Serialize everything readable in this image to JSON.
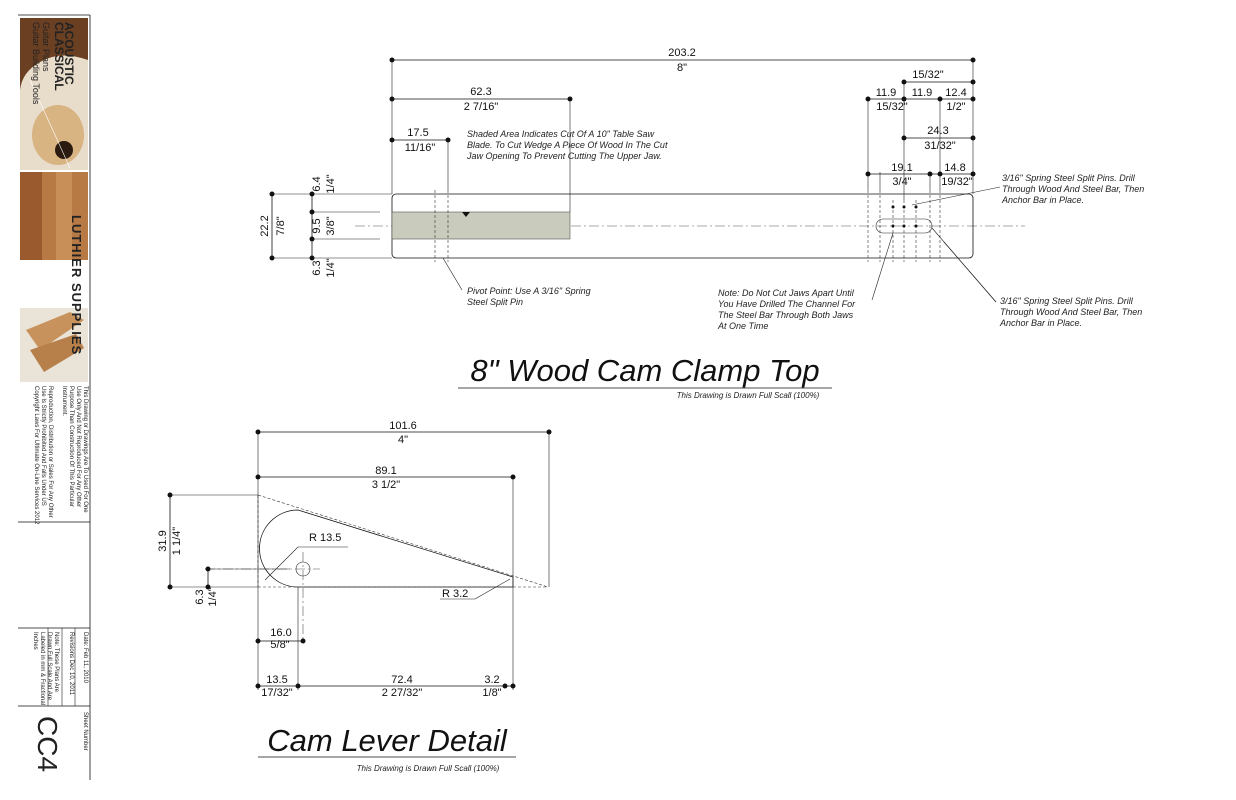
{
  "sidebar": {
    "brand_top": "ACOUSTIC",
    "brand_top2": "CLASSICAL",
    "brand_sub1": "Guitar Plans",
    "brand_sub2": "Guitar Building Tools",
    "brand_main": "LUTHIER SUPPLIES",
    "notice_1": "This Drawing or Drawings Are To Used For One",
    "notice_2": "Use Only And Not Reproduced For Any Other",
    "notice_3": "Purpose Than Construction Of This Particular",
    "notice_4": "Instrument.",
    "notice_5": "Reproduction, Distribution or Sales For Any Other",
    "notice_6": "Use Is Strictly Prohibited And Falls Under US",
    "notice_7": "Copyright Laws For Ultimate On-Line Services 2012",
    "date": "Date: Feb 11, 2010",
    "revisions": "Revisions   Dec 10, 2011",
    "note_1": "Note: These Plans Are",
    "note_2": "Drawn Full Scale And Are",
    "note_3": "Labeled in mm & Fractional",
    "note_4": "Inches",
    "sheet_number_label": "Sheet Number",
    "sheet_number": "CC4"
  },
  "top": {
    "title": "8\" Wood Cam Clamp Top",
    "subtitle": "This Drawing is Drawn Full Scall (100%)",
    "dims": {
      "overall_mm": "203.2",
      "overall_in": "8\"",
      "d62_mm": "62.3",
      "d62_in": "2 7/16\"",
      "d17_mm": "17.5",
      "d17_in": "11/16\"",
      "top_15_32": "15/32\"",
      "d119a_mm": "11.9",
      "d119a_in": "15/32\"",
      "d119b_mm": "11.9",
      "d124_mm": "12.4",
      "d124_in": "1/2\"",
      "d243_mm": "24.3",
      "d243_in": "31/32\"",
      "d191_mm": "19.1",
      "d191_in": "3/4\"",
      "d148_mm": "14.8",
      "d148_in": "19/32\"",
      "h222_mm": "22.2",
      "h222_in": "7/8\"",
      "h64_mm": "6.4",
      "h64_in": "1/4\"",
      "h95_mm": "9.5",
      "h95_in": "3/8\"",
      "h63_mm": "6.3",
      "h63_in": "1/4\""
    },
    "notes": {
      "shaded_1": "Shaded Area Indicates Cut Of A 10\" Table Saw",
      "shaded_2": "Blade. To Cut Wedge A Piece Of Wood In The Cut",
      "shaded_3": "Jaw Opening To Prevent Cutting The Upper Jaw.",
      "pivot_1": "Pivot Point: Use A 3/16\" Spring",
      "pivot_2": "Steel Split Pin",
      "jaws_1": "Note: Do Not Cut Jaws Apart Until",
      "jaws_2": "You Have Drilled The Channel For",
      "jaws_3": "The Steel Bar Through Both Jaws",
      "jaws_4": "At One Time",
      "pins_a1": "3/16\" Spring Steel Split Pins. Drill",
      "pins_a2": "Through Wood And Steel Bar, Then",
      "pins_a3": "Anchor Bar in Place.",
      "pins_b1": "3/16\" Spring Steel Split Pins. Drill",
      "pins_b2": "Through Wood And Steel Bar, Then",
      "pins_b3": "Anchor Bar in Place."
    }
  },
  "cam": {
    "title": "Cam Lever Detail",
    "subtitle": "This Drawing is Drawn Full Scall (100%)",
    "dims": {
      "d1016_mm": "101.6",
      "d1016_in": "4\"",
      "d891_mm": "89.1",
      "d891_in": "3 1/2\"",
      "h319_mm": "31.9",
      "h319_in": "1 1/4\"",
      "h63_mm": "6.3",
      "h63_in": "1/4\"",
      "r135": "R 13.5",
      "r32": "R 3.2",
      "d160_mm": "16.0",
      "d160_in": "5/8\"",
      "d135_mm": "13.5",
      "d135_in": "17/32\"",
      "d724_mm": "72.4",
      "d724_in": "2 27/32\"",
      "d32_mm": "3.2",
      "d32_in": "1/8\""
    }
  },
  "colors": {
    "shade": "#c9cbbd",
    "ink": "#111111",
    "wood": "#a8683a"
  }
}
